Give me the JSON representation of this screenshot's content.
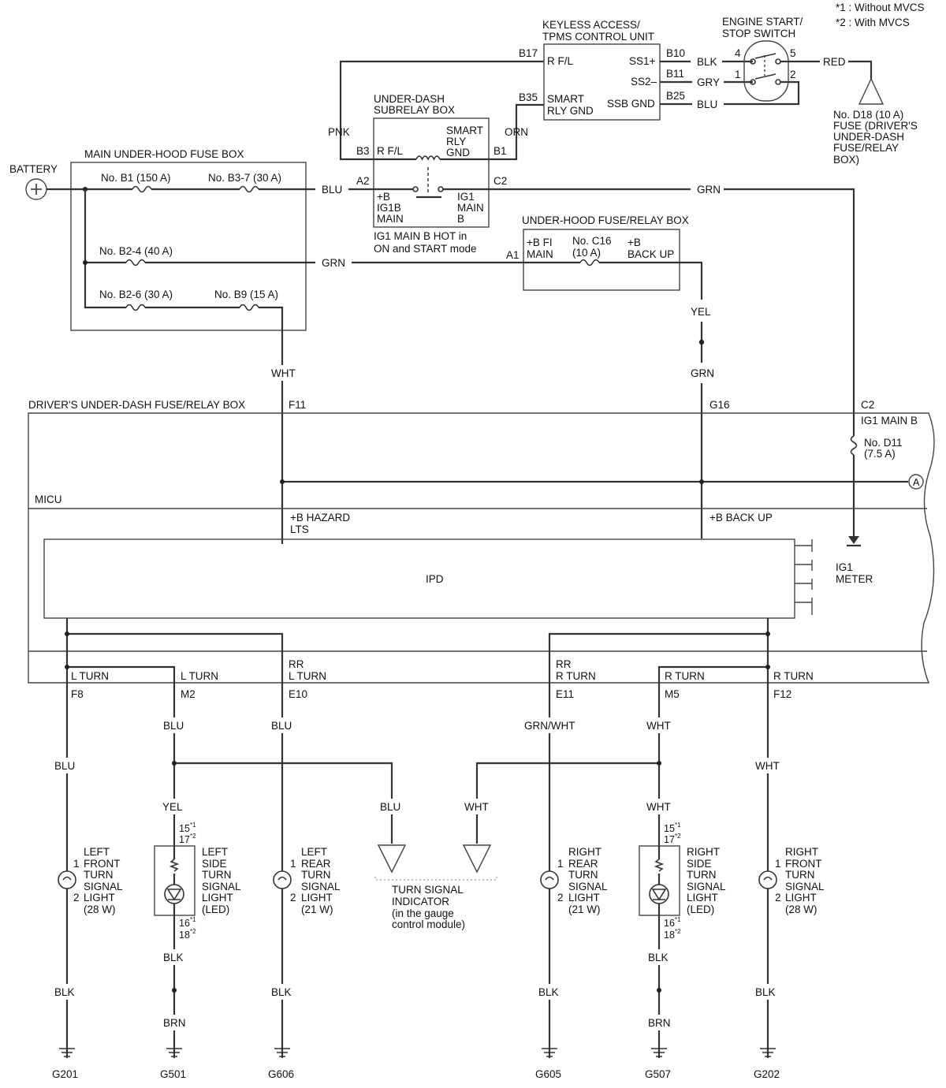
{
  "notes": [
    "*1 : Without MVCS",
    "*2 : With MVCS"
  ],
  "components": {
    "battery": "BATTERY",
    "main_fuse_box": "MAIN UNDER-HOOD FUSE BOX",
    "fuse_b1": "No. B1 (150 A)",
    "fuse_b37": "No. B3-7 (30 A)",
    "fuse_b24": "No. B2-4 (40 A)",
    "fuse_b26": "No. B2-6 (30 A)",
    "fuse_b9": "No. B9 (15 A)",
    "subrelay_title": [
      "UNDER-DASH",
      "SUBRELAY BOX"
    ],
    "subrelay_rfl": "R F/L",
    "subrelay_smart": [
      "SMART",
      "RLY",
      "GND"
    ],
    "subrelay_b": [
      "+B",
      "IG1B",
      "MAIN"
    ],
    "subrelay_ig1": [
      "IG1",
      "MAIN",
      "B"
    ],
    "subrelay_note": [
      "IG1 MAIN B HOT in",
      "ON and START mode"
    ],
    "keyless_title": [
      "KEYLESS ACCESS/",
      "TPMS CONTROL UNIT"
    ],
    "keyless_rfl": "R F/L",
    "keyless_ss1": "SS1+",
    "keyless_ss2": "SS2–",
    "keyless_smart": [
      "SMART",
      "RLY GND"
    ],
    "keyless_ssb": "SSB GND",
    "switch_title": [
      "ENGINE START/",
      "STOP SWITCH"
    ],
    "fuse_d18": [
      "No. D18 (10 A)",
      "FUSE (DRIVER'S",
      "UNDER-DASH",
      "FUSE/RELAY",
      "BOX)"
    ],
    "underhood_box": "UNDER-HOOD FUSE/RELAY BOX",
    "underhood_fi": [
      "+B FI",
      "MAIN"
    ],
    "fuse_c16": [
      "No. C16",
      "(10 A)"
    ],
    "underhood_backup": [
      "+B",
      "BACK UP"
    ],
    "driver_box": "DRIVER'S UNDER-DASH FUSE/RELAY BOX",
    "ig1_main_b": "IG1 MAIN B",
    "fuse_d11": [
      "No. D11",
      "(7.5 A)"
    ],
    "connector_a": "A",
    "micu": "MICU",
    "hazard": [
      "+B HAZARD",
      "LTS"
    ],
    "backup": "+B BACK UP",
    "ipd": "IPD",
    "ig1_meter": [
      "IG1",
      "METER"
    ],
    "indicator": [
      "TURN SIGNAL",
      "INDICATOR",
      "(in the gauge",
      "control module)"
    ]
  },
  "pins": {
    "b17": "B17",
    "b35": "B35",
    "b10": "B10",
    "b11": "B11",
    "b25": "B25",
    "b3": "B3",
    "b1": "B1",
    "a2": "A2",
    "c2": "C2",
    "a1": "A1",
    "sw4": "4",
    "sw5": "5",
    "sw1": "1",
    "sw2": "2",
    "f11": "F11",
    "g16": "G16",
    "c2b": "C2",
    "f8": "F8",
    "m2": "M2",
    "e10": "E10",
    "e11": "E11",
    "m5": "M5",
    "f12": "F12"
  },
  "wires": {
    "pnk": "PNK",
    "orn": "ORN",
    "blk": "BLK",
    "gry": "GRY",
    "blu": "BLU",
    "red": "RED",
    "grn": "GRN",
    "yel": "YEL",
    "wht": "WHT",
    "grnwht": "GRN/WHT",
    "brn": "BRN"
  },
  "outputs": {
    "l_turn": "L TURN",
    "r_turn": "R TURN",
    "rr_l_turn": [
      "RR",
      "L TURN"
    ],
    "rr_r_turn": [
      "RR",
      "R TURN"
    ]
  },
  "lights": {
    "lf": [
      "LEFT",
      "FRONT",
      "TURN",
      "SIGNAL",
      "LIGHT",
      "(28 W)"
    ],
    "ls": [
      "LEFT",
      "SIDE",
      "TURN",
      "SIGNAL",
      "LIGHT",
      "(LED)"
    ],
    "lr": [
      "LEFT",
      "REAR",
      "TURN",
      "SIGNAL",
      "LIGHT",
      "(21 W)"
    ],
    "rr": [
      "RIGHT",
      "REAR",
      "TURN",
      "SIGNAL",
      "LIGHT",
      "(21 W)"
    ],
    "rs": [
      "RIGHT",
      "SIDE",
      "TURN",
      "SIGNAL",
      "LIGHT",
      "(LED)"
    ],
    "rf": [
      "RIGHT",
      "FRONT",
      "TURN",
      "SIGNAL",
      "LIGHT",
      "(28 W)"
    ],
    "pin1": "1",
    "pin2": "2",
    "led_top_1": "15",
    "led_top_2": "17",
    "led_bot_1": "16",
    "led_bot_2": "18",
    "sup1": "*1",
    "sup2": "*2"
  },
  "grounds": [
    "G201",
    "G501",
    "G606",
    "G605",
    "G507",
    "G202"
  ]
}
